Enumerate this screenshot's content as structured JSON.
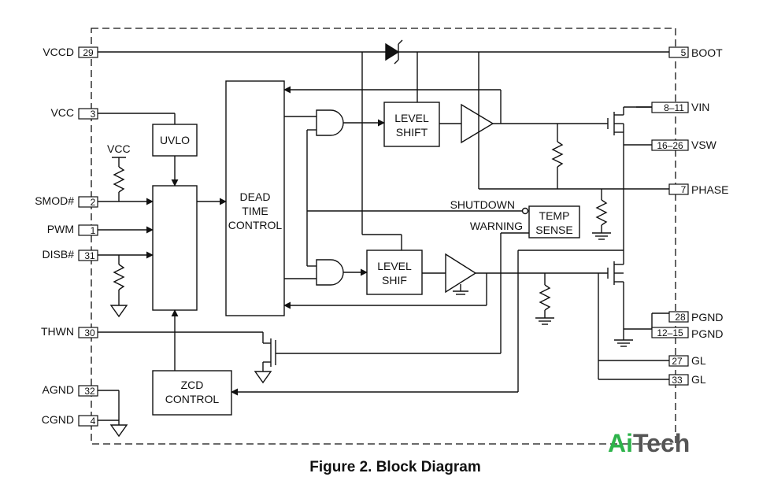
{
  "caption": "Figure 2. Block Diagram",
  "watermark": {
    "accent": "Ai",
    "rest": "Tech",
    "accent_color": "#2db34a",
    "rest_color": "#555555"
  },
  "left_pins": {
    "vccd": {
      "label": "VCCD",
      "num": "29"
    },
    "vcc": {
      "label": "VCC",
      "num": "3"
    },
    "smod": {
      "label": "SMOD#",
      "num": "2"
    },
    "pwm": {
      "label": "PWM",
      "num": "1"
    },
    "disb": {
      "label": "DISB#",
      "num": "31"
    },
    "thwn": {
      "label": "THWN",
      "num": "30"
    },
    "agnd": {
      "label": "AGND",
      "num": "32"
    },
    "cgnd": {
      "label": "CGND",
      "num": "4"
    }
  },
  "right_pins": {
    "boot": {
      "label": "BOOT",
      "num": "5"
    },
    "vin": {
      "label": "VIN",
      "num": "8–11"
    },
    "vsw": {
      "label": "VSW",
      "num": "16–26"
    },
    "phase": {
      "label": "PHASE",
      "num": "7"
    },
    "pgnd1": {
      "label": "PGND",
      "num": "28"
    },
    "pgnd2": {
      "label": "PGND",
      "num": "12–15"
    },
    "gl1": {
      "label": "GL",
      "num": "27"
    },
    "gl2": {
      "label": "GL",
      "num": "33"
    }
  },
  "blocks": {
    "uvlo": "UVLO",
    "dead1": "DEAD",
    "dead2": "TIME",
    "dead3": "CONTROL",
    "level_shift_top1": "LEVEL",
    "level_shift_top2": "SHIFT",
    "level_shift_bot1": "LEVEL",
    "level_shift_bot2": "SHIF",
    "temp1": "TEMP",
    "temp2": "SENSE",
    "zcd1": "ZCD",
    "zcd2": "CONTROL"
  },
  "signals": {
    "vcc_pullup": "VCC",
    "shutdown": "SHUTDOWN",
    "warning": "WARNING"
  }
}
